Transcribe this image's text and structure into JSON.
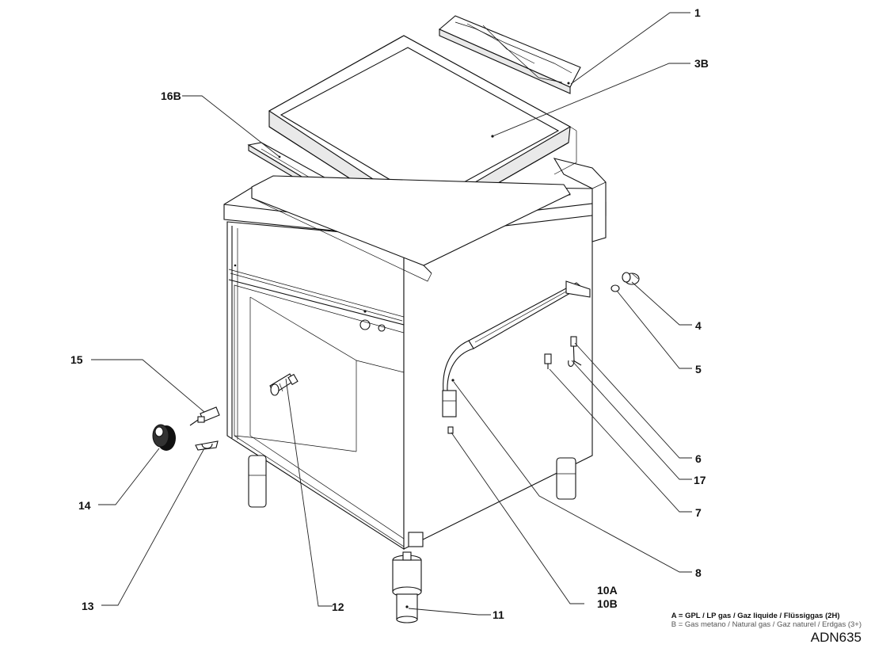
{
  "callouts": {
    "c1": "1",
    "c3B": "3B",
    "c16B": "16B",
    "c4": "4",
    "c5": "5",
    "c6": "6",
    "c17": "17",
    "c7": "7",
    "c8": "8",
    "c10A": "10A",
    "c10B": "10B",
    "c11": "11",
    "c12": "12",
    "c13": "13",
    "c14": "14",
    "c15": "15"
  },
  "legend": {
    "line_a": "A = GPL / LP gas / Gaz liquide / Flüssiggas (2H)",
    "line_b": "B = Gas metano / Natural gas / Gaz naturel / Erdgas (3+)",
    "code": "ADN635"
  }
}
